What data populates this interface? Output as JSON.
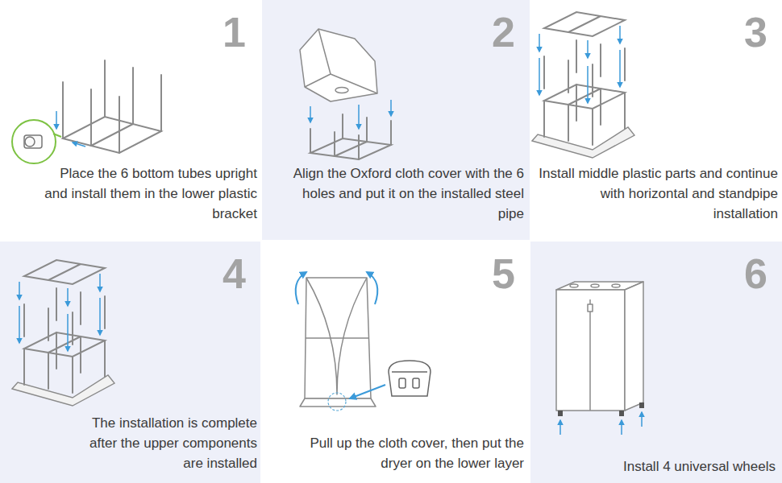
{
  "diagram": {
    "nodes": [
      {
        "text": [
          "1",
          "Place the 6 bottom tubes upright and install them in the lower plastic bracket"
        ]
      },
      {
        "text": [
          "2",
          "Align the Oxford cloth cover with the 6 holes and put it on the installed steel pipe"
        ]
      },
      {
        "text": [
          "3",
          "Install middle plastic parts and continue with horizontal and standpipe installation"
        ]
      },
      {
        "text": [
          "4",
          "The installation is complete after the upper components are installed"
        ]
      },
      {
        "text": [
          "5",
          "Pull up the cloth cover, then put the dryer on the lower layer"
        ]
      },
      {
        "text": [
          "6",
          "Install 4 universal wheels"
        ]
      }
    ]
  }
}
